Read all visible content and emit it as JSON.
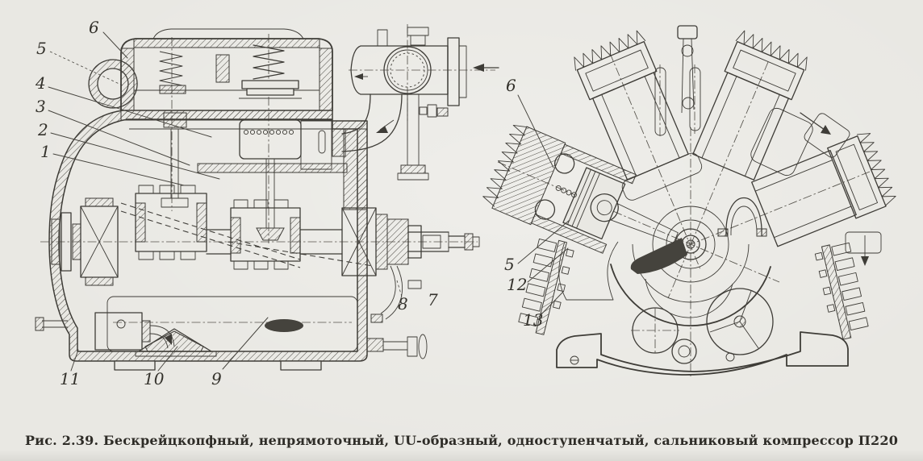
{
  "page": {
    "background_color": "#e9e8e3",
    "ink_color": "#3e3c37"
  },
  "caption": "Рис. 2.39. Бескрейцкопфный, непрямоточный, UU-образный, одноступенчатый, сальниковый компрессор П220",
  "left_view": {
    "labels": [
      "6",
      "5",
      "4",
      "3",
      "2",
      "1",
      "11",
      "10",
      "9",
      "8",
      "7"
    ]
  },
  "right_view": {
    "labels": [
      "6",
      "5",
      "12",
      "13"
    ]
  }
}
